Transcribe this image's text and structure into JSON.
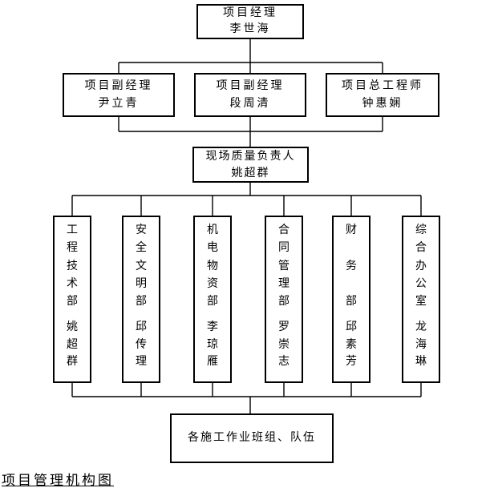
{
  "caption": "项目管理机构图",
  "nodes": {
    "top": {
      "role": "项目经理",
      "name": "李世海"
    },
    "deputies": [
      {
        "role": "项目副经理",
        "name": "尹立青"
      },
      {
        "role": "项目副经理",
        "name": "段周清"
      },
      {
        "role": "项目总工程师",
        "name": "钟惠娴"
      }
    ],
    "quality": {
      "role": "现场质量负责人",
      "name": "姚超群"
    },
    "departments": [
      {
        "dept": "工程技术部",
        "name": "姚超群"
      },
      {
        "dept": "安全文明部",
        "name": "邱传理"
      },
      {
        "dept": "机电物资部",
        "name": "李琼雁"
      },
      {
        "dept": "合同管理部",
        "name": "罗崇志"
      },
      {
        "dept": "财务部",
        "name": "邱素芳"
      },
      {
        "dept": "综合办公室",
        "name": "龙海琳"
      }
    ],
    "bottom": {
      "label": "各施工作业班组、队伍"
    }
  },
  "colors": {
    "line": "#000000",
    "background": "#ffffff",
    "text": "#000000"
  }
}
